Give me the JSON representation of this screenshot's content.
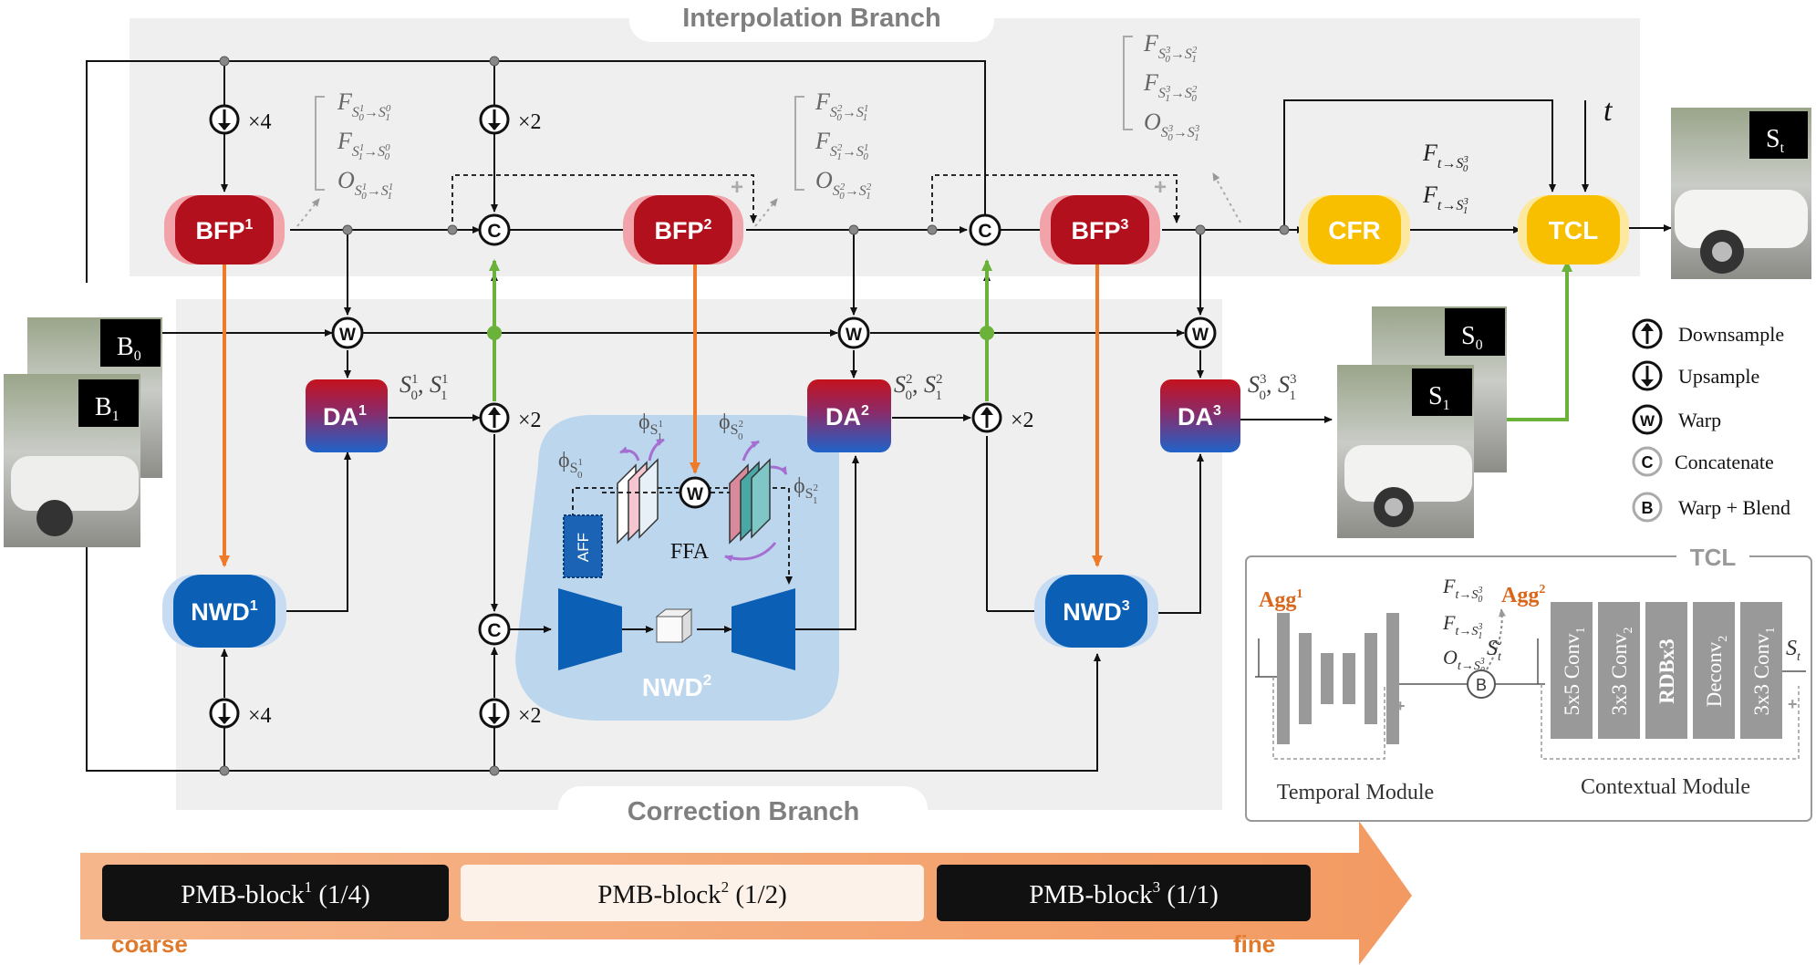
{
  "branches": {
    "interpolation": "Interpolation Branch",
    "correction": "Correction Branch"
  },
  "modules": {
    "bfp1": "BFP",
    "bfp1_sup": "1",
    "bfp2": "BFP",
    "bfp2_sup": "2",
    "bfp3": "BFP",
    "bfp3_sup": "3",
    "da1": "DA",
    "da1_sup": "1",
    "da2": "DA",
    "da2_sup": "2",
    "da3": "DA",
    "da3_sup": "3",
    "nwd1": "NWD",
    "nwd1_sup": "1",
    "nwd2": "NWD",
    "nwd2_sup": "2",
    "nwd3": "NWD",
    "nwd3_sup": "3",
    "cfr": "CFR",
    "tcl": "TCL",
    "aff": "AFF",
    "ffa": "FFA"
  },
  "scales": {
    "x4": "×4",
    "x2": "×2"
  },
  "symbols": {
    "warp": "W",
    "concat": "C",
    "blend": "B",
    "plus": "+"
  },
  "frames": {
    "b": "B",
    "s": "S",
    "s_t": "S",
    "sub0": "0",
    "sub1": "1",
    "sub_t": "t",
    "t_input": "t"
  },
  "flows": {
    "g1": [
      "F",
      "F",
      "O"
    ],
    "g2": [
      "F",
      "F",
      "O"
    ],
    "g3": [
      "F",
      "F",
      "O"
    ],
    "ft": [
      "F",
      "F"
    ],
    "da": [
      "S",
      "S"
    ]
  },
  "phi": {
    "symbol": "ϕ"
  },
  "legend": {
    "downsample": "Downsample",
    "upsample": "Upsample",
    "warp": "Warp",
    "concatenate": "Concatenate",
    "warp_blend": "Warp + Blend"
  },
  "tcl_panel": {
    "title": "TCL",
    "agg1": "Agg",
    "agg1_sup": "1",
    "agg2": "Agg",
    "agg2_sup": "2",
    "layers": [
      "5x5 Conv",
      "3x3 Conv",
      "RDBx3",
      "Deconv",
      "3x3 Conv"
    ],
    "layer_subs": [
      "1",
      "2",
      "",
      "2",
      "1"
    ],
    "temporal": "Temporal Module",
    "contextual": "Contextual Module",
    "fbar": [
      "F",
      "F",
      "O"
    ],
    "st_tilde": "S",
    "st": "S"
  },
  "pmb": {
    "blocks": [
      "PMB-block",
      "PMB-block",
      "PMB-block"
    ],
    "sups": [
      "1",
      "2",
      "3"
    ],
    "scales": [
      "(1/4)",
      "(1/2)",
      "(1/1)"
    ],
    "coarse": "coarse",
    "fine": "fine"
  },
  "colors": {
    "bfp_red": "#b3101d",
    "da_blue": "#1f5fbf",
    "nwd_blue": "#0b5fb5",
    "yellow": "#f8bf00",
    "orange_arrow": "#ef7b2a",
    "green_arrow": "#6bb23a",
    "purple": "#a46fd1",
    "panel_gray": "#efefef",
    "nwd_region": "#bcd6ee",
    "pmb_orange": "#f4a877",
    "agg_orange": "#d9661a"
  }
}
